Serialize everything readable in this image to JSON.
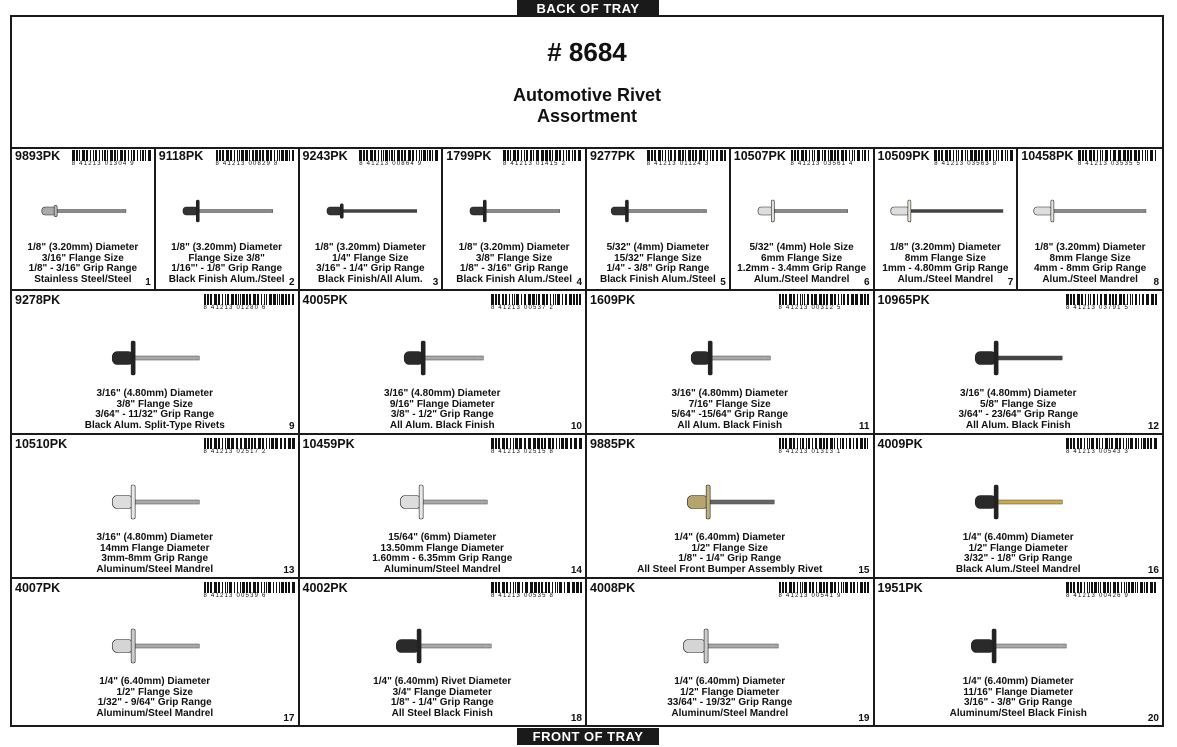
{
  "tray": {
    "back_label": "BACK OF TRAY",
    "front_label": "FRONT OF TRAY",
    "number": "# 8684",
    "title_line1": "Automotive Rivet",
    "title_line2": "Assortment"
  },
  "cells": [
    {
      "pk": "9893PK",
      "barcode": "8 41213 01304 9",
      "lines": [
        "1/8\" (3.20mm) Diameter",
        "3/16\" Flange Size",
        "1/8\" - 3/16\" Grip Range",
        "Stainless Steel/Steel"
      ],
      "num": "1",
      "rivet": {
        "head": "#bbb",
        "mandrel": "#8a8a8a",
        "body": "#aaa",
        "len": 0.75,
        "flange": "dome"
      }
    },
    {
      "pk": "9118PK",
      "barcode": "8 41213 00829 8",
      "lines": [
        "1/8\" (3.20mm) Diameter",
        "Flange Size 3/8\"",
        "1/16\"' - 1/8\" Grip Range",
        "Black Finish Alum./Steel"
      ],
      "num": "2",
      "rivet": {
        "head": "#222",
        "mandrel": "#8a8a8a",
        "body": "#333",
        "len": 0.8,
        "flange": "wide"
      }
    },
    {
      "pk": "9243PK",
      "barcode": "8 41213 00864 9",
      "lines": [
        "1/8\" (3.20mm) Diameter",
        "1/4\" Flange Size",
        "3/16\" - 1/4\" Grip Range",
        "Black Finish/All Alum."
      ],
      "num": "3",
      "rivet": {
        "head": "#222",
        "mandrel": "#444",
        "body": "#333",
        "len": 0.8,
        "flange": "mid"
      }
    },
    {
      "pk": "1799PK",
      "barcode": "8 41213 01415 2",
      "lines": [
        "1/8\" (3.20mm) Diameter",
        "3/8\" Flange Size",
        "1/8\" - 3/16\" Grip Range",
        "Black Finish Alum./Steel"
      ],
      "num": "4",
      "rivet": {
        "head": "#222",
        "mandrel": "#8a8a8a",
        "body": "#333",
        "len": 0.8,
        "flange": "wide"
      }
    },
    {
      "pk": "9277PK",
      "barcode": "8 41213 01124 3",
      "lines": [
        "5/32\" (4mm) Diameter",
        "15/32\" Flange Size",
        "1/4\" - 3/8\" Grip Range",
        "Black Finish Alum./Steel"
      ],
      "num": "5",
      "rivet": {
        "head": "#222",
        "mandrel": "#8a8a8a",
        "body": "#333",
        "len": 0.85,
        "flange": "wide"
      }
    },
    {
      "pk": "10507PK",
      "barcode": "8 41213 03561 4",
      "lines": [
        "5/32\" (4mm) Hole Size",
        "6mm Flange Size",
        "1.2mm - 3.4mm Grip Range",
        "Alum./Steel Mandrel"
      ],
      "num": "6",
      "rivet": {
        "head": "#e6e1d2",
        "mandrel": "#8a8a8a",
        "body": "#ddd",
        "len": 0.8,
        "flange": "wide"
      }
    },
    {
      "pk": "10509PK",
      "barcode": "8 41213 03563 8",
      "lines": [
        "1/8\" (3.20mm) Diameter",
        "8mm Flange Size",
        "1mm - 4.80mm Grip Range",
        "Alum./Steel Mandrel"
      ],
      "num": "7",
      "rivet": {
        "head": "#e8e4d8",
        "mandrel": "#444",
        "body": "#ddd",
        "len": 1.0,
        "flange": "wide"
      }
    },
    {
      "pk": "10458PK",
      "barcode": "8 41213 03535 5",
      "lines": [
        "1/8\" (3.20mm) Diameter",
        "8mm Flange Size",
        "4mm - 8mm Grip Range",
        "Alum./Steel Mandrel"
      ],
      "num": "8",
      "rivet": {
        "head": "#e8e4d8",
        "mandrel": "#8a8a8a",
        "body": "#ddd",
        "len": 1.0,
        "flange": "wide"
      }
    },
    {
      "pk": "9278PK",
      "barcode": "8 41213 01280 6",
      "lines": [
        "3/16\" (4.80mm) Diameter",
        "3/8\" Flange Size",
        "3/64\" - 11/32\" Grip Range",
        "Black Alum. Split-Type Rivets"
      ],
      "num": "9",
      "rivet": {
        "head": "#222",
        "mandrel": "#a8a8a8",
        "body": "#2a2a2a",
        "len": 0.55,
        "flange": "wide"
      }
    },
    {
      "pk": "4005PK",
      "barcode": "8 41213 00537 2",
      "lines": [
        "3/16\" (4.80mm)  Diameter",
        "9/16\" Flange Diameter",
        "3/8\" - 1/2\" Grip Range",
        "All Alum. Black Finish"
      ],
      "num": "10",
      "rivet": {
        "head": "#222",
        "mandrel": "#a8a8a8",
        "body": "#2a2a2a",
        "len": 0.5,
        "flange": "wide"
      }
    },
    {
      "pk": "1609PK",
      "barcode": "8 41213 00312 5",
      "lines": [
        "3/16\" (4.80mm) Diameter",
        "7/16\" Flange Size",
        "5/64\" -15/64\" Grip Range",
        "All Alum. Black Finish"
      ],
      "num": "11",
      "rivet": {
        "head": "#222",
        "mandrel": "#a8a8a8",
        "body": "#2a2a2a",
        "len": 0.5,
        "flange": "wide"
      }
    },
    {
      "pk": "10965PK",
      "barcode": "8 41213 03791 5",
      "lines": [
        "3/16\" (4.80mm) Diameter",
        "5/8\" Flange Size",
        "3/64\" - 23/64\" Grip Range",
        "All Alum. Black Finish"
      ],
      "num": "12",
      "rivet": {
        "head": "#222",
        "mandrel": "#444",
        "body": "#2a2a2a",
        "len": 0.55,
        "flange": "wide"
      }
    },
    {
      "pk": "10510PK",
      "barcode": "8 41213 02517 2",
      "lines": [
        "3/16\" (4.80mm) Diameter",
        "14mm Flange Diameter",
        "3mm-8mm Grip Range",
        "Aluminum/Steel Mandrel"
      ],
      "num": "13",
      "rivet": {
        "head": "#e8e8e8",
        "mandrel": "#a8a8a8",
        "body": "#ddd",
        "len": 0.55,
        "flange": "wide"
      }
    },
    {
      "pk": "10459PK",
      "barcode": "8 41213 02515 8",
      "lines": [
        "15/64\" (6mm) Diameter",
        "13.50mm Flange Diameter",
        "1.60mm - 6.35mm Grip Range",
        "Aluminum/Steel Mandrel"
      ],
      "num": "14",
      "rivet": {
        "head": "#e8e8e8",
        "mandrel": "#a8a8a8",
        "body": "#ddd",
        "len": 0.55,
        "flange": "wide"
      }
    },
    {
      "pk": "9885PK",
      "barcode": "8 41213 01313 1",
      "lines": [
        "1/4\" (6.40mm) Diameter",
        "1/2\" Flange Size",
        "1/8\" - 1/4\" Grip Range",
        "All Steel Front Bumper Assembly Rivet"
      ],
      "num": "15",
      "rivet": {
        "head": "#c2b07a",
        "mandrel": "#666",
        "body": "#b5a56c",
        "len": 0.55,
        "flange": "wide"
      }
    },
    {
      "pk": "4009PK",
      "barcode": "8 41213 00543 3",
      "lines": [
        "1/4\" (6.40mm) Diameter",
        "1/2\" Flange Diameter",
        "3/32\" - 1/8\" Grip Range",
        "Black Alum./Steel Mandrel"
      ],
      "num": "16",
      "rivet": {
        "head": "#222",
        "mandrel": "#c9a94a",
        "body": "#2a2a2a",
        "len": 0.55,
        "flange": "wide"
      }
    },
    {
      "pk": "4007PK",
      "barcode": "8 41213 00539 6",
      "lines": [
        "1/4\" (6.40mm) Diameter",
        "1/2\" Flange Size",
        "1/32\" - 9/64\" Grip Range",
        "Aluminum/Steel Mandrel"
      ],
      "num": "17",
      "rivet": {
        "head": "#ccc",
        "mandrel": "#a8a8a8",
        "body": "#d5d5d5",
        "len": 0.55,
        "flange": "wide"
      }
    },
    {
      "pk": "4002PK",
      "barcode": "8 41213 00535 8",
      "lines": [
        "1/4\" (6.40mm) Rivet Diameter",
        "3/4\" Flange Diameter",
        "1/8\" - 1/4\" Grip Range",
        "All Steel Black Finish"
      ],
      "num": "18",
      "rivet": {
        "head": "#222",
        "mandrel": "#a8a8a8",
        "body": "#2a2a2a",
        "len": 0.6,
        "flange": "wide"
      }
    },
    {
      "pk": "4008PK",
      "barcode": "8 41213 00541 9",
      "lines": [
        "1/4\" (6.40mm) Diameter",
        "1/2\" Flange Diameter",
        "33/64\" - 19/32\" Grip Range",
        "Aluminum/Steel Mandrel"
      ],
      "num": "19",
      "rivet": {
        "head": "#ccc",
        "mandrel": "#a8a8a8",
        "body": "#d5d5d5",
        "len": 0.6,
        "flange": "wide"
      }
    },
    {
      "pk": "1951PK",
      "barcode": "8 41213 00426 9",
      "lines": [
        "1/4\" (6.40mm) Diameter",
        "11/16\" Flange Diameter",
        "3/16\" - 3/8\" Grip Range",
        "Aluminum/Steel Black Finish"
      ],
      "num": "20",
      "rivet": {
        "head": "#222",
        "mandrel": "#a8a8a8",
        "body": "#2a2a2a",
        "len": 0.6,
        "flange": "wide"
      }
    }
  ]
}
